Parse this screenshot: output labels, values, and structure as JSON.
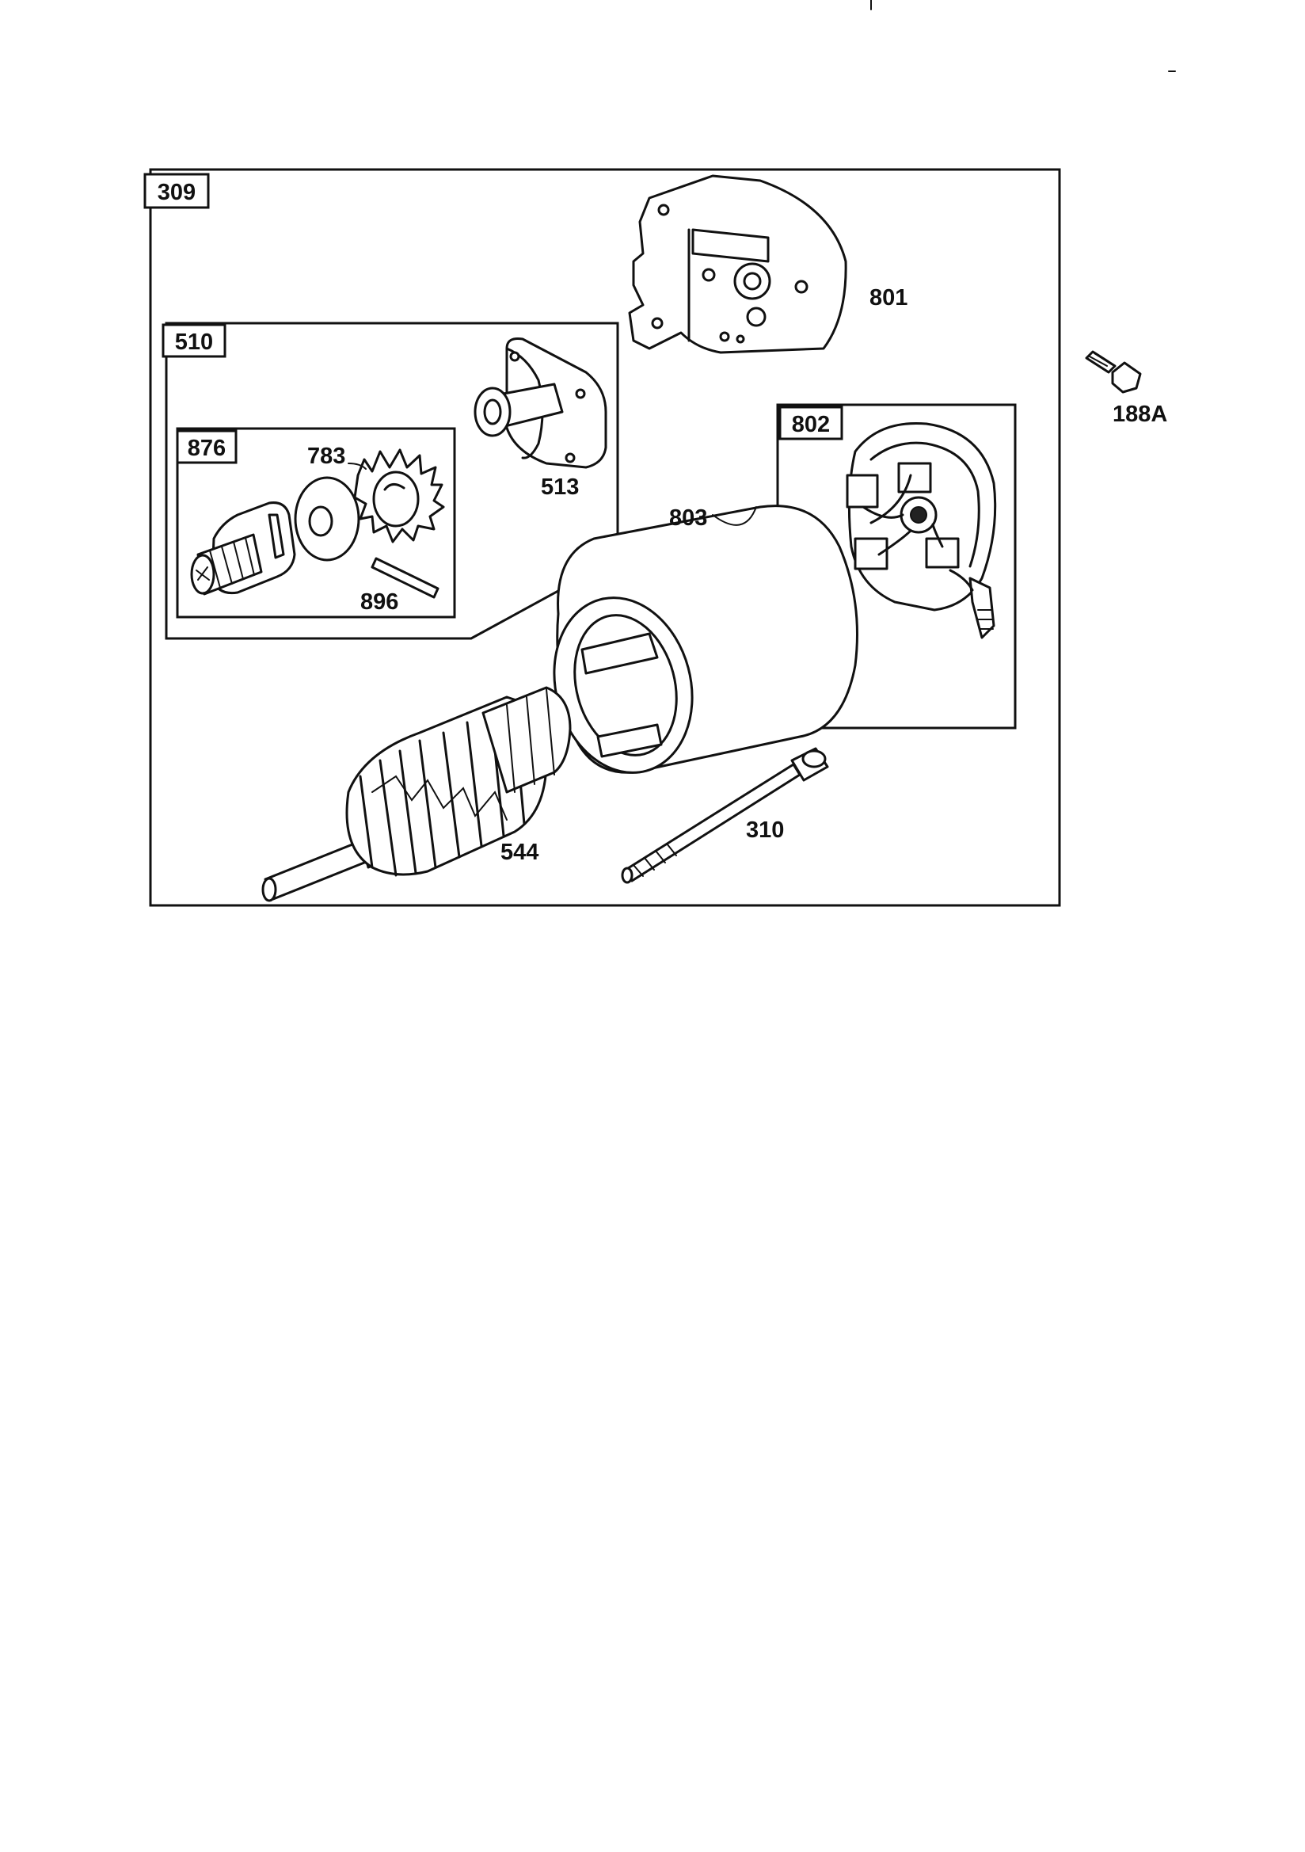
{
  "diagram": {
    "assembly_tag": "309",
    "subassembly_tags": [
      "510",
      "876",
      "802"
    ],
    "part_labels": {
      "end_cap": "801",
      "screw": "188A",
      "pinion_housing": "513",
      "gear": "783",
      "pin": "896",
      "frame": "803",
      "armature": "544",
      "thru_bolt": "310"
    }
  }
}
